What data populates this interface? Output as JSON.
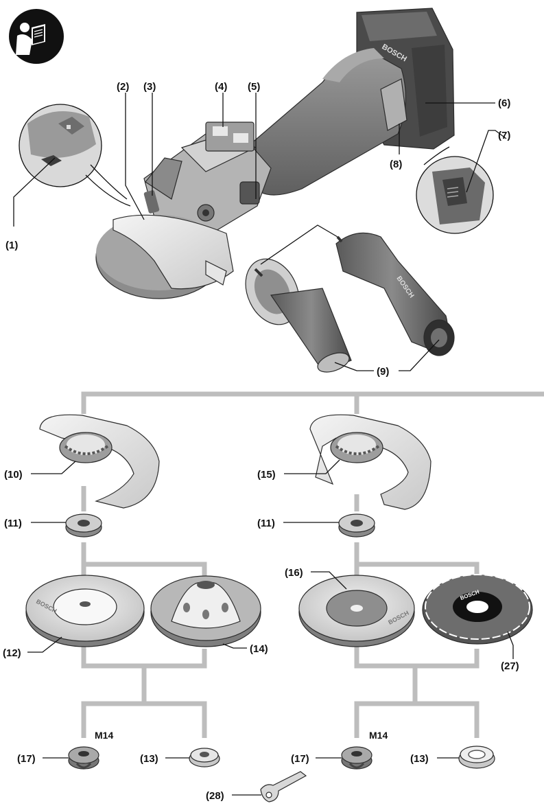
{
  "labels": {
    "p1": "(1)",
    "p2": "(2)",
    "p3": "(3)",
    "p4": "(4)",
    "p5": "(5)",
    "p6": "(6)",
    "p7": "(7)",
    "p8": "(8)",
    "p9": "(9)",
    "p10": "(10)",
    "p11a": "(11)",
    "p11b": "(11)",
    "p12": "(12)",
    "p13a": "(13)",
    "p13b": "(13)",
    "p14": "(14)",
    "p15": "(15)",
    "p16": "(16)",
    "p17a": "(17)",
    "p17b": "(17)",
    "p27": "(27)",
    "p28": "(28)"
  },
  "thread_label_left": "M14",
  "thread_label_right": "M14",
  "brand": "BOSCH",
  "icons": {
    "manual": "read-manual-icon"
  },
  "colors": {
    "tool_gray": "#7a7a7a",
    "tool_dark": "#4e4e4e",
    "tool_light": "#b9b9b9",
    "tree": "#bdbdbd",
    "disc_face": "#dcdcdc",
    "black": "#111111"
  }
}
